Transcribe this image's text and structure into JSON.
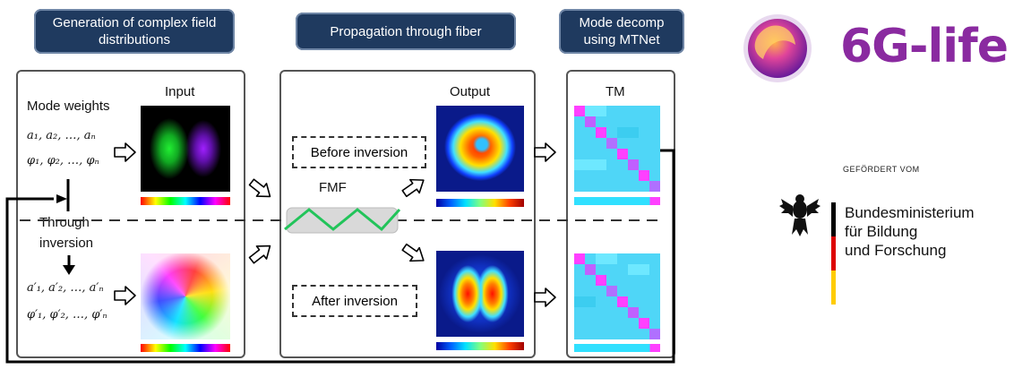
{
  "headers": {
    "generation": "Generation of complex field distributions",
    "propagation": "Propagation through fiber",
    "mode_decomp": "Mode decomp using MTNet"
  },
  "labels": {
    "mode_weights": "Mode weights",
    "input": "Input",
    "output": "Output",
    "tm": "TM",
    "fmf": "FMF",
    "through": "Through",
    "inversion": "inversion",
    "before_inversion": "Before inversion",
    "after_inversion": "After inversion"
  },
  "math": {
    "a_list": "a₁, a₂, …, aₙ",
    "phi_list": "φ₁, φ₂, …, φₙ",
    "a_prime_list": "a′₁, a′₂, …, a′ₙ",
    "phi_prime_list": "φ′₁, φ′₂, …, φ′ₙ"
  },
  "logo": {
    "text": "6G-life"
  },
  "funding": {
    "caption": "GEFÖRDERT VOM",
    "line1": "Bundesministerium",
    "line2": "für Bildung",
    "line3": "und Forschung"
  },
  "colors": {
    "header_bg": "#1f3a5f",
    "logo_purple": "#8a2aa0",
    "fiber_line": "#22c45a",
    "flag_black": "#000000",
    "flag_red": "#dd0000",
    "flag_gold": "#ffcc00"
  }
}
